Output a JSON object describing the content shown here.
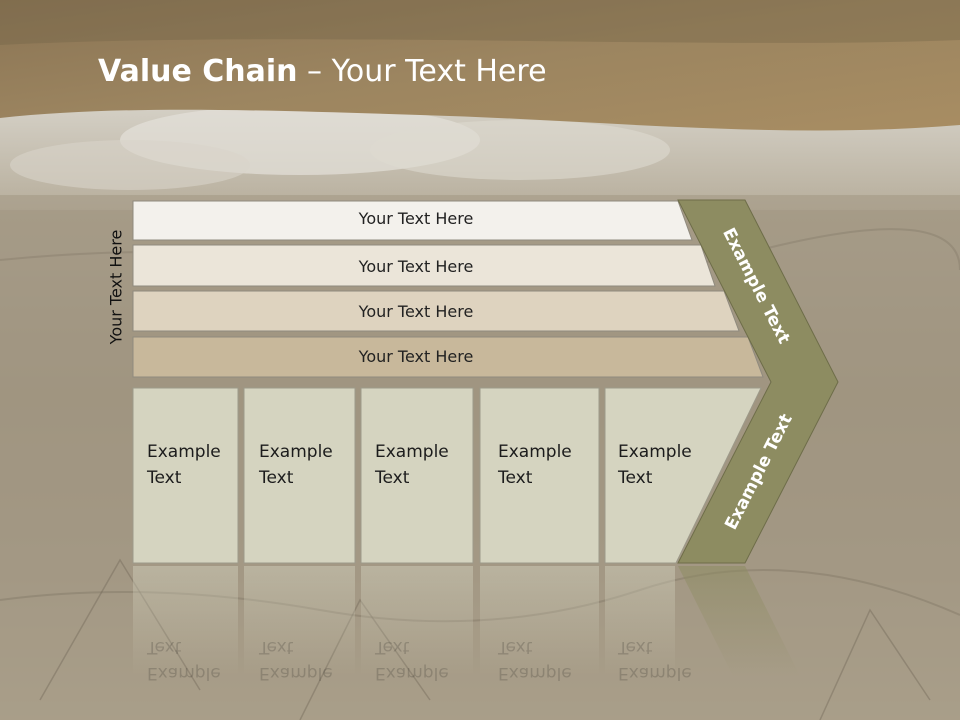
{
  "header": {
    "title_bold": "Value Chain",
    "title_rest": " – Your Text Here"
  },
  "side_label": "Your Text Here",
  "bars": [
    {
      "label": "Your Text Here",
      "fill": "#f3f1ec"
    },
    {
      "label": "Your Text Here",
      "fill": "#ebe5d9"
    },
    {
      "label": "Your Text Here",
      "fill": "#ded3bf"
    },
    {
      "label": "Your Text Here",
      "fill": "#c8b89b"
    }
  ],
  "cells": [
    {
      "line1": "Example",
      "line2": "Text"
    },
    {
      "line1": "Example",
      "line2": "Text"
    },
    {
      "line1": "Example",
      "line2": "Text"
    },
    {
      "line1": "Example",
      "line2": "Text"
    },
    {
      "line1": "Example",
      "line2": "Text"
    }
  ],
  "chevron": {
    "upper_label": "Example Text",
    "lower_label": "Example Text"
  },
  "colors": {
    "header_band": "#9a8360",
    "cell_fill": "#d5d4c0",
    "chevron_fill": "#8d8c61"
  }
}
